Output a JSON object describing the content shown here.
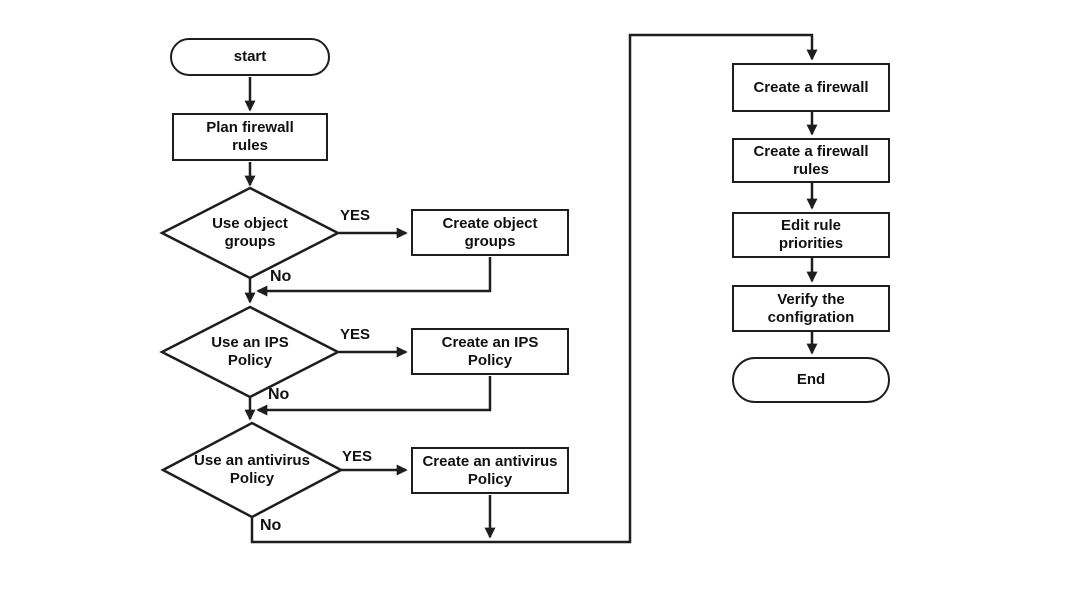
{
  "colors": {
    "line": "#1e1e1e",
    "text": "#111111",
    "background": "#ffffff",
    "node_fill": "#ffffff"
  },
  "nodes": {
    "start": {
      "type": "terminator",
      "label": "start"
    },
    "plan": {
      "type": "process",
      "label": "Plan firewall rules"
    },
    "decide_object": {
      "type": "decision",
      "label": "Use object groups"
    },
    "create_object": {
      "type": "process",
      "label": "Create object groups"
    },
    "decide_ips": {
      "type": "decision",
      "label": "Use an IPS Policy"
    },
    "create_ips": {
      "type": "process",
      "label": "Create an IPS Policy"
    },
    "decide_av": {
      "type": "decision",
      "label": "Use an antivirus Policy"
    },
    "create_av": {
      "type": "process",
      "label": "Create an antivirus Policy"
    },
    "create_firewall": {
      "type": "process",
      "label": "Create a firewall"
    },
    "create_fw_rules": {
      "type": "process",
      "label": "Create a firewall rules"
    },
    "edit_priorities": {
      "type": "process",
      "label": "Edit rule priorities"
    },
    "verify_config": {
      "type": "process",
      "label": "Verify the configration"
    },
    "end": {
      "type": "terminator",
      "label": "End"
    }
  },
  "edge_labels": {
    "object_yes": {
      "label": "YES"
    },
    "object_no": {
      "label": "No"
    },
    "ips_yes": {
      "label": "YES"
    },
    "ips_no": {
      "label": "No"
    },
    "av_yes": {
      "label": "YES"
    },
    "av_no": {
      "label": "No"
    }
  }
}
